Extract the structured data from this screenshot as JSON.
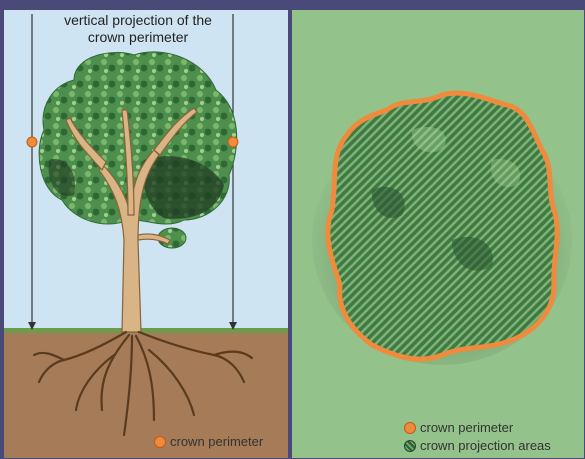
{
  "left_panel": {
    "title_line1": "vertical projection of the",
    "title_line2": "crown perimeter",
    "legend_label": "crown perimeter"
  },
  "right_panel": {
    "legend": [
      {
        "label": "crown perimeter",
        "icon": "orange-dot-icon"
      },
      {
        "label": "crown projection areas",
        "icon": "hatched-green-dot-icon"
      }
    ]
  },
  "colors": {
    "background": "#4a4a78",
    "sky": "#cfe4f2",
    "soil": "#a57c57",
    "lawn": "#93c28b",
    "perimeter": "#f08a3c",
    "foliage": "#4e8f4d"
  }
}
